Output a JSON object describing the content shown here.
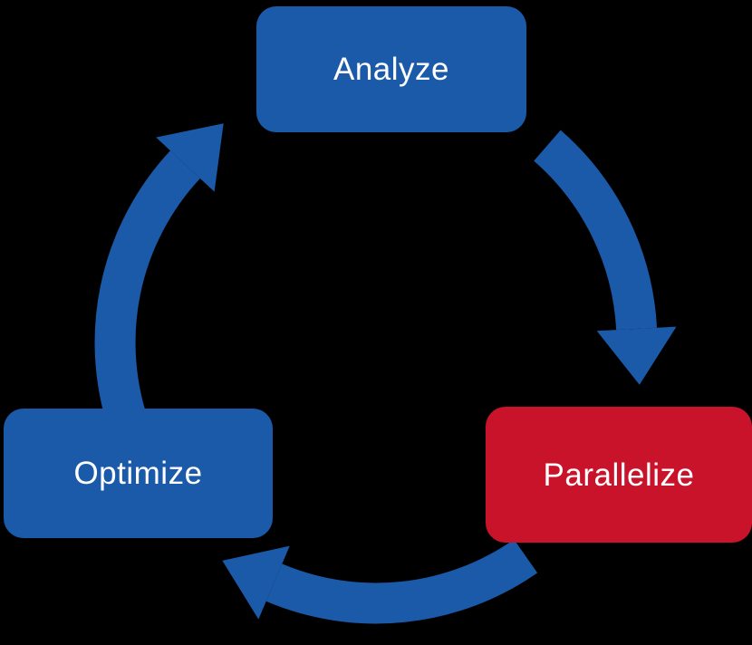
{
  "diagram": {
    "type": "cycle",
    "background": "#000000",
    "arrow_color": "#1a5aa8",
    "nodes": [
      {
        "id": "analyze",
        "label": "Analyze",
        "color": "#1a5aa8",
        "text_color": "#ffffff",
        "position": "top"
      },
      {
        "id": "parallelize",
        "label": "Parallelize",
        "color": "#c8132b",
        "text_color": "#ffffff",
        "position": "right"
      },
      {
        "id": "optimize",
        "label": "Optimize",
        "color": "#1a5aa8",
        "text_color": "#ffffff",
        "position": "left"
      }
    ],
    "edges": [
      {
        "from": "analyze",
        "to": "parallelize",
        "direction": "clockwise"
      },
      {
        "from": "parallelize",
        "to": "optimize",
        "direction": "clockwise"
      },
      {
        "from": "optimize",
        "to": "analyze",
        "direction": "clockwise"
      }
    ]
  }
}
